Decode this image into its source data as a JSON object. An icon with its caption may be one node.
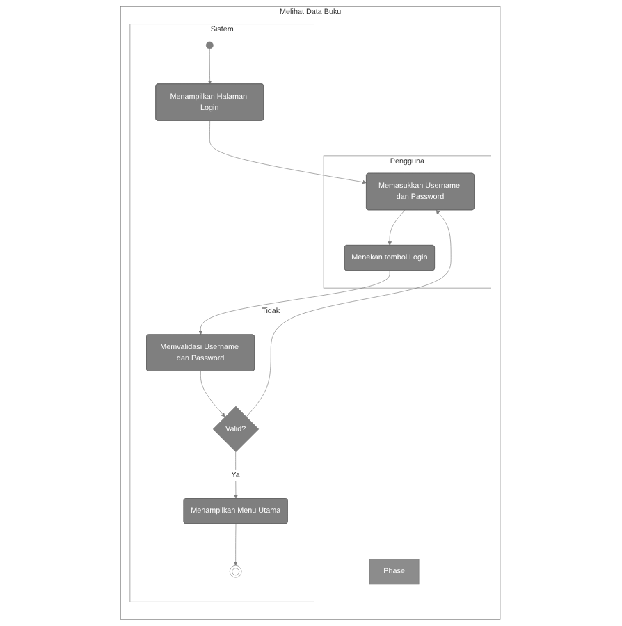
{
  "diagram": {
    "nodes": [
      {
        "text": [
          "Melihat Data Buku"
        ]
      },
      {
        "text": [
          "Phase"
        ],
        "in": 0
      },
      {
        "text": [
          "Pengguna"
        ],
        "in": 0
      },
      {
        "text": [
          "Sistem"
        ],
        "in": 0
      },
      {
        "text": [],
        "shape": "circle",
        "in": 3
      },
      {
        "text": [
          "Menampilkan Halaman Login"
        ],
        "in": 3
      },
      {
        "text": [
          "Memasukkan Username dan Password"
        ],
        "in": 2
      },
      {
        "text": [
          "Menekan tombol Login"
        ],
        "in": 2
      },
      {
        "text": [
          "Memvalidasi Username dan Password"
        ],
        "in": 3
      },
      {
        "text": [
          "Valid?"
        ],
        "in": 3
      },
      {
        "text": [
          "Menampilkan Menu Utama"
        ],
        "in": 3
      },
      {
        "text": [],
        "shape": "circle",
        "in": 3
      }
    ],
    "edges": [
      {
        "from": 4,
        "to": 5,
        "arrow": "to"
      },
      {
        "from": 5,
        "to": 6,
        "arrow": "to"
      },
      {
        "from": 6,
        "to": 7,
        "arrow": "to"
      },
      {
        "from": 7,
        "to": 8,
        "arrow": "to"
      },
      {
        "from": 8,
        "to": 9,
        "arrow": "to"
      },
      {
        "from": 9,
        "to": 6,
        "label": "Tidak",
        "arrow": "to"
      },
      {
        "from": 9,
        "to": 10,
        "label": "Ya",
        "arrow": "to"
      },
      {
        "from": 10,
        "to": 11,
        "arrow": "to"
      }
    ]
  }
}
